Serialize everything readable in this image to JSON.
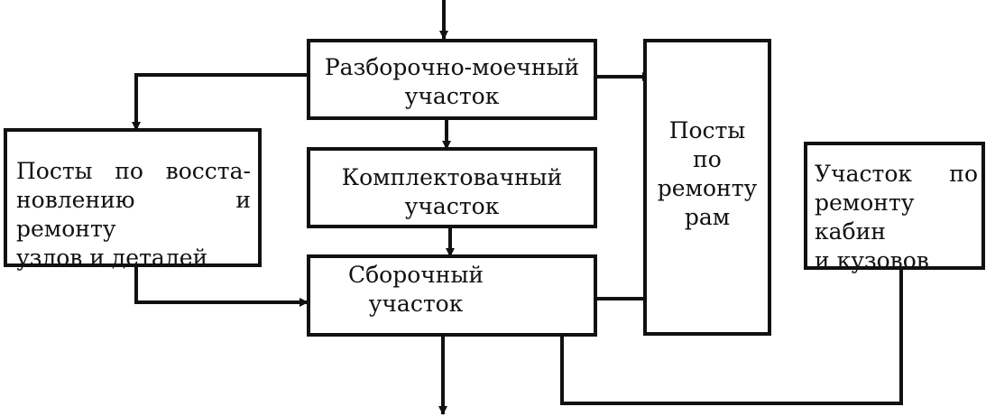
{
  "nodes": {
    "washing": {
      "lines": [
        "Разборочно-моечный",
        "участок"
      ]
    },
    "kitting": {
      "lines": [
        "Комплектовачный",
        "участок"
      ]
    },
    "assembly": {
      "lines": [
        "Сборочный",
        "участок"
      ]
    },
    "restoration": {
      "lines": [
        "Посты по восста-",
        "новлению и ремонту",
        "узлов и деталей"
      ]
    },
    "frames": {
      "lines": [
        "Посты",
        "по",
        "ремонту",
        "рам"
      ]
    },
    "cabins": {
      "lines": [
        "Участок по",
        "ремонту кабин",
        "и кузовов"
      ]
    }
  },
  "colors": {
    "line": "#111111",
    "background": "#ffffff"
  }
}
